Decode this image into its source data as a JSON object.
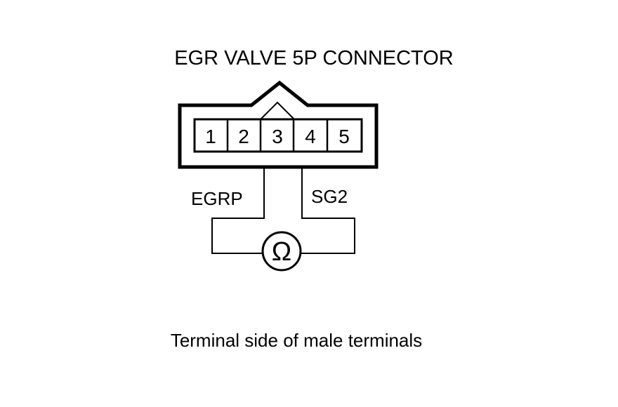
{
  "title": "EGR VALVE 5P CONNECTOR",
  "terminals": [
    "1",
    "2",
    "3",
    "4",
    "5"
  ],
  "wires": {
    "left_label": "EGRP",
    "right_label": "SG2"
  },
  "meter_symbol": "Ω",
  "meter_icon": "ohmmeter-icon",
  "caption": "Terminal side of male terminals",
  "colors": {
    "line": "#000000",
    "background": "#ffffff"
  }
}
